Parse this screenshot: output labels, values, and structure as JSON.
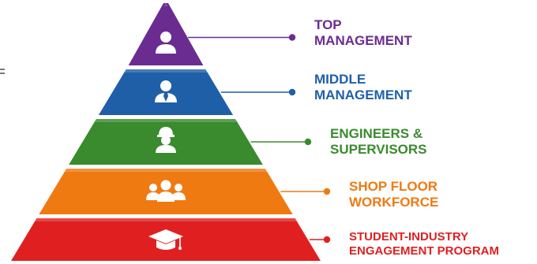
{
  "pyramid": {
    "tiers": [
      {
        "id": "top-management",
        "lines": [
          "TOP",
          "MANAGEMENT"
        ],
        "color": "#6b2c91",
        "icon": "person-icon"
      },
      {
        "id": "middle-management",
        "lines": [
          "MIDDLE",
          "MANAGEMENT"
        ],
        "color": "#1f5fa8",
        "icon": "person-with-tie-icon"
      },
      {
        "id": "engineers-supervisors",
        "lines": [
          "ENGINEERS &",
          "SUPERVISORS"
        ],
        "color": "#3a8a2e",
        "icon": "hard-hat-worker-icon"
      },
      {
        "id": "shop-floor-workforce",
        "lines": [
          "SHOP FLOOR",
          "WORKFORCE"
        ],
        "color": "#f07a12",
        "icon": "group-of-people-icon"
      },
      {
        "id": "student-industry-engagement",
        "lines": [
          "STUDENT-INDUSTRY",
          "ENGAGEMENT PROGRAM"
        ],
        "color": "#e02020",
        "icon": "graduation-cap-icon"
      }
    ]
  }
}
